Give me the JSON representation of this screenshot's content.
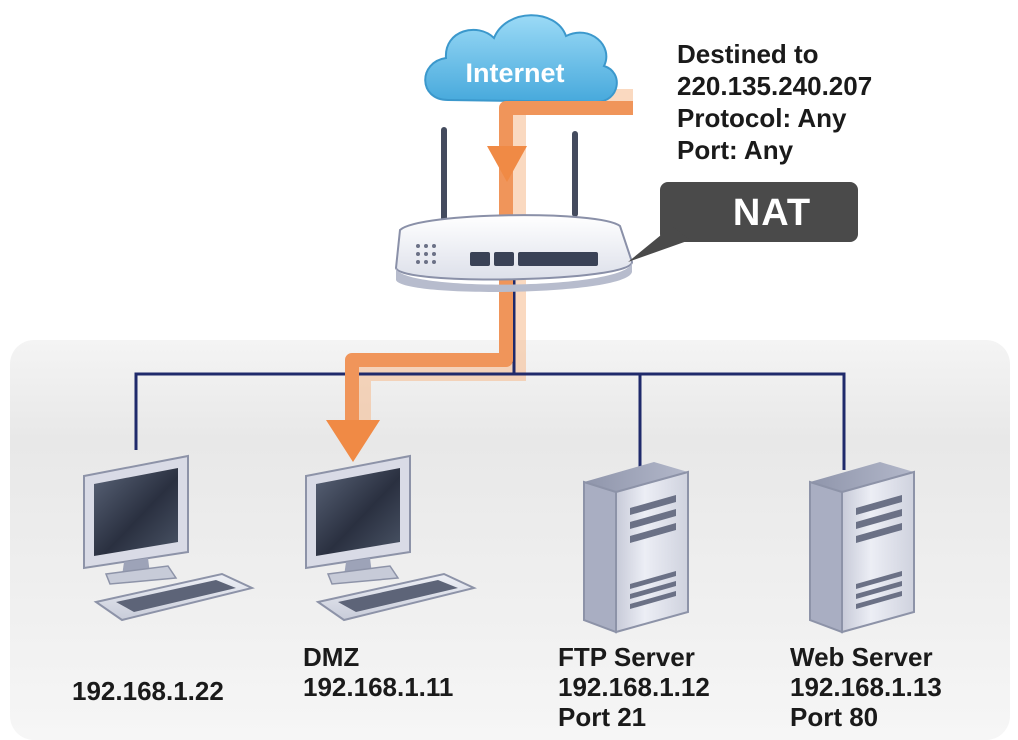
{
  "cloud": {
    "label": "Internet",
    "color": "#6fc3ea"
  },
  "destination": {
    "line1": "Destined to",
    "ip": "220.135.240.207",
    "protocol": "Protocol: Any",
    "port": "Port: Any"
  },
  "callout": {
    "label": "NAT",
    "color": "#4a4a4a"
  },
  "hosts": {
    "pc1": {
      "ip": "192.168.1.22"
    },
    "dmz": {
      "title": "DMZ",
      "ip": "192.168.1.11"
    },
    "ftp": {
      "title": "FTP Server",
      "ip": "192.168.1.12",
      "port": "Port 21"
    },
    "web": {
      "title": "Web Server",
      "ip": "192.168.1.13",
      "port": "Port 80"
    }
  },
  "colors": {
    "lan_line": "#1f2a6b",
    "traffic_arrow": "#f0955a",
    "traffic_arrow_dark": "#e07a35",
    "lan_panel": "#e6e6e6",
    "monitor_frame": "#d9dbe6",
    "server_body": "#e3e5ee"
  }
}
